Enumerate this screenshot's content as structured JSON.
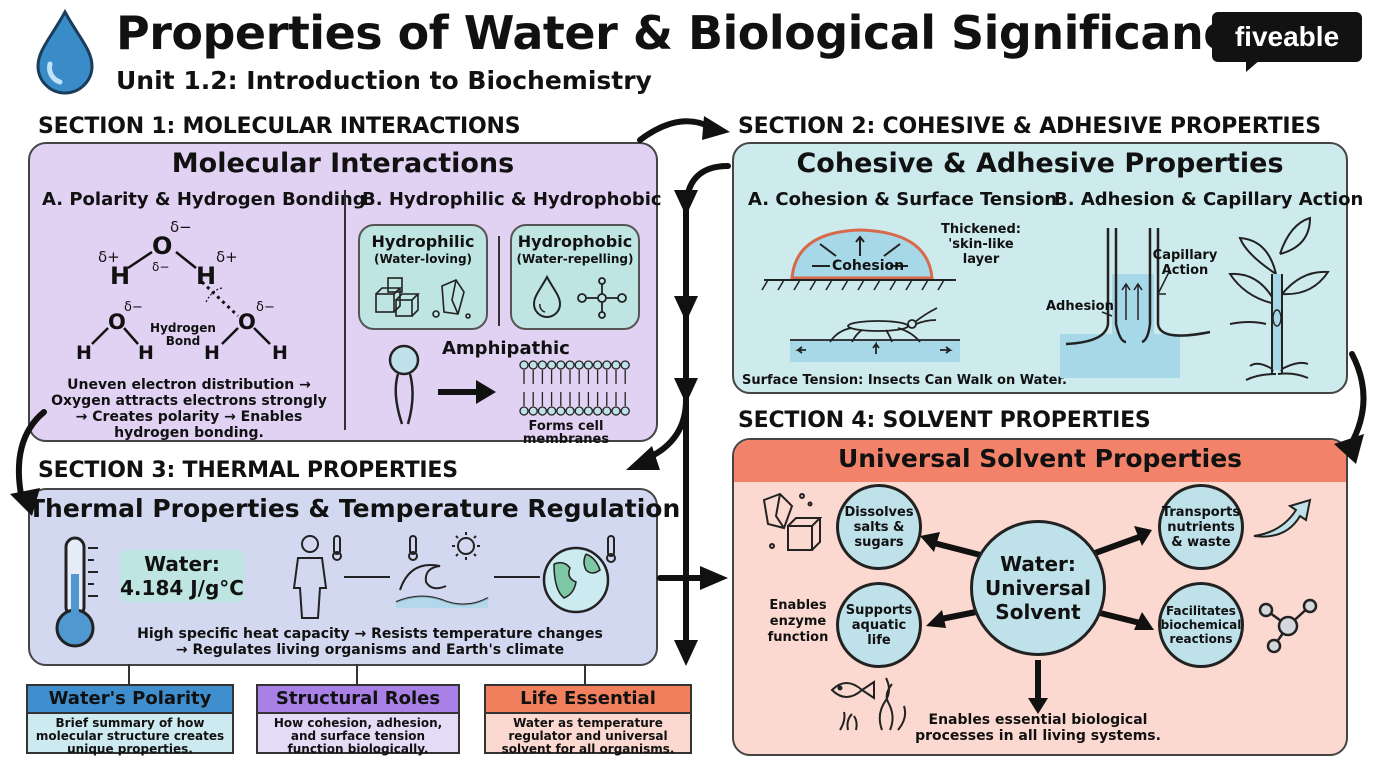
{
  "header": {
    "title": "Properties of Water & Biological Significance",
    "subtitle": "Unit 1.2: Introduction to Biochemistry",
    "brand": "fiveable"
  },
  "sections": {
    "s1": {
      "heading": "SECTION 1: MOLECULAR INTERACTIONS",
      "title": "Molecular Interactions",
      "a_title": "A. Polarity & Hydrogen Bonding",
      "b_title": "B. Hydrophilic & Hydrophobic",
      "delta_plus": "δ+",
      "delta_minus": "δ−",
      "atom_o": "O",
      "atom_h": "H",
      "hbond_label": "Hydrogen Bond",
      "polarity_text": "Uneven electron distribution → Oxygen attracts electrons strongly → Creates polarity → Enables hydrogen bonding.",
      "hydrophilic": "Hydrophilic",
      "hydrophilic_sub": "(Water-loving)",
      "hydrophobic": "Hydrophobic",
      "hydrophobic_sub": "(Water-repelling)",
      "amphipathic": "Amphipathic",
      "membrane_caption": "Forms cell membranes"
    },
    "s2": {
      "heading": "SECTION 2: COHESIVE & ADHESIVE PROPERTIES",
      "title": "Cohesive & Adhesive Properties",
      "a_title": "A. Cohesion & Surface Tension",
      "b_title": "B. Adhesion & Capillary Action",
      "cohesion_label": "Cohesion",
      "thickened_label": "Thickened: 'skin-like layer",
      "surface_tension_caption": "Surface Tension: Insects Can Walk on Water.",
      "adhesion_label": "Adhesion",
      "capillary_label": "Capillary Action"
    },
    "s3": {
      "heading": "SECTION 3: THERMAL PROPERTIES",
      "title": "Thermal Properties & Temperature Regulation",
      "water_label": "Water:",
      "specific_heat": "4.184 J/g°C",
      "caption": "High specific heat capacity → Resists temperature changes → Regulates living organisms and Earth's climate"
    },
    "s4": {
      "heading": "SECTION 4: SOLVENT PROPERTIES",
      "title": "Universal Solvent Properties",
      "center": "Water: Universal Solvent",
      "dissolves": "Dissolves salts & sugars",
      "transports": "Transports nutrients & waste",
      "aquatic": "Supports aquatic life",
      "biochem": "Facilitates biochemical reactions",
      "enzyme": "Enables enzyme function",
      "caption": "Enables essential biological processes in all living systems."
    }
  },
  "summary_boxes": [
    {
      "title": "Water's Polarity",
      "text": "Brief summary of how molecular structure creates unique properties.",
      "header_color": "#3f8fcf",
      "body_color": "#cdeaf0"
    },
    {
      "title": "Structural Roles",
      "text": "How cohesion, adhesion, and surface tension function biologically.",
      "header_color": "#a981e6",
      "body_color": "#e4dcf6"
    },
    {
      "title": "Life Essential",
      "text": "Water as temperature regulator and universal solvent for all organisms.",
      "header_color": "#f1805f",
      "body_color": "#fbd9d0"
    }
  ],
  "colors": {
    "s1_bg": "#e1d2f4",
    "s2_bg": "#cdeaed",
    "s3_bg": "#d2d8f0",
    "s4_bg": "#fbd9d0",
    "s4_band": "#f2836a",
    "drop": "#3a8cc8"
  },
  "icons": [
    "water-drop-icon",
    "salt-crystal-icon",
    "oil-drop-icon",
    "phospholipid-icon",
    "membrane-icon",
    "thermometer-icon",
    "person-icon",
    "wave-icon",
    "sun-icon",
    "globe-icon",
    "fish-icon",
    "seaweed-icon",
    "molecule-icon",
    "plant-icon",
    "insect-icon",
    "arrow-icon"
  ]
}
